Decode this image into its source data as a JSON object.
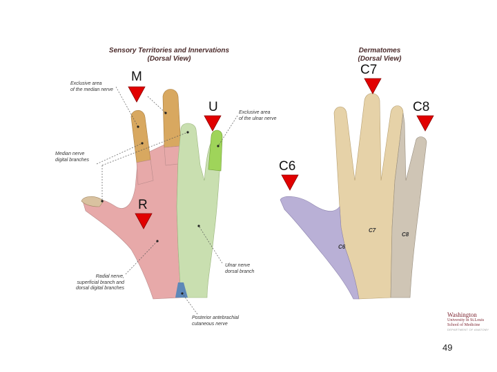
{
  "left_panel": {
    "title_line1": "Sensory Territories and Innervations",
    "title_line2": "(Dorsal View)",
    "captions": {
      "median_exclusive_1": "Exclusive area",
      "median_exclusive_2": "of the median nerve",
      "ulnar_exclusive_1": "Exclusive area",
      "ulnar_exclusive_2": "of the ulnar nerve",
      "median_digital_1": "Median nerve",
      "median_digital_2": "digital branches",
      "radial_1": "Radial nerve,",
      "radial_2": "superficial branch and",
      "radial_3": "dorsal digital branches",
      "ulnar_dorsal_1": "Ulnar nerve",
      "ulnar_dorsal_2": "dorsal branch",
      "posterior_1": "Posterior antebrachial",
      "posterior_2": "cutaneous nerve"
    },
    "markers": {
      "m": "M",
      "u": "U",
      "r": "R"
    }
  },
  "right_panel": {
    "title_line1": "Dermatomes",
    "title_line2": "(Dorsal View)",
    "segments": {
      "c6": "C6",
      "c7": "C7",
      "c8": "C8"
    },
    "markers": {
      "c7": "C7",
      "c8": "C8",
      "c6": "C6"
    }
  },
  "logo": {
    "line1": "Washington",
    "line2": "University in St.Louis",
    "line3": "School of Medicine",
    "line4": "DEPARTMENT OF ANATOMY"
  },
  "page_number": "49",
  "colors": {
    "median_zone": "#d8a860",
    "ulnar_zone": "#c9dfb0",
    "ulnar_exclusive": "#9fd45a",
    "radial_zone": "#e7a9a9",
    "posterior_zone": "#5d88b8",
    "c6_zone": "#b9b0d6",
    "c7_zone": "#e6d2a8",
    "c8_zone": "#cfc5b5",
    "marker": "#e10000"
  }
}
